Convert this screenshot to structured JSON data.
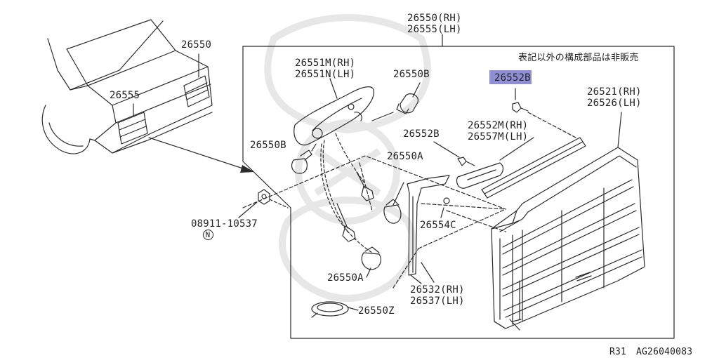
{
  "labels": {
    "frame_title_rh": "26550(RH)",
    "frame_title_lh": "26555(LH)",
    "car_right_lamp": "26550",
    "car_left_lamp": "26555",
    "note_jp": "表記以外の構成部品は非販売",
    "socket_rh": "26551M(RH)",
    "socket_lh": "26551N(LH)",
    "bulb_top": "26550B",
    "bulb_left": "26550B",
    "highlight_part": "26552B",
    "lens_rh": "26521(RH)",
    "lens_lh": "26526(LH)",
    "screw_mid": "26552B",
    "finisher_rh": "26552M(RH)",
    "finisher_lh": "26557M(LH)",
    "bulb_mid": "26550A",
    "nut": "08911-10537",
    "nut_prefix": "N",
    "grommet": "26554C",
    "bulb_bottom": "26550A",
    "gasket_rh": "26532(RH)",
    "gasket_lh": "26537(LH)",
    "seal": "26550Z",
    "footer_model": "R31",
    "footer_code": "AG26040083"
  },
  "colors": {
    "line": "#2a2a2a",
    "highlight": "#8f8fd6",
    "background": "#ffffff"
  }
}
